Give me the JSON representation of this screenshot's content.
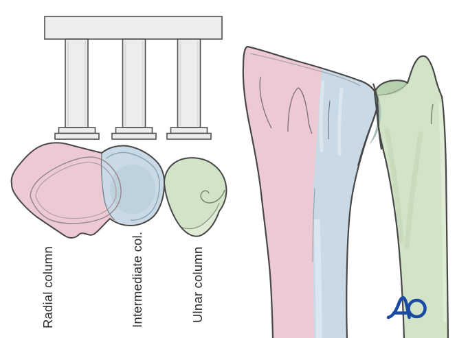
{
  "labels": {
    "radial": "Radial column",
    "intermediate": "Intermediate col.",
    "ulnar": "Ulnar column"
  },
  "logo": {
    "text": "AO"
  },
  "colors": {
    "radial_fill": "#edcad3",
    "intermediate_fill": "#c9d9e6",
    "ulnar_fill": "#d2e3c7",
    "ulnar_fill_light": "#dfebd4",
    "ulnar_fill_dark": "#b7d0ad",
    "overlap_teal": "#a5bfb3",
    "fossa_gray": "#bca9ae",
    "outline": "#474747",
    "pillar_fill": "#ededed",
    "pillar_stroke": "#4f4f4f",
    "label_text": "#2d2d2d",
    "ao_blue": "#1a4aa2"
  }
}
